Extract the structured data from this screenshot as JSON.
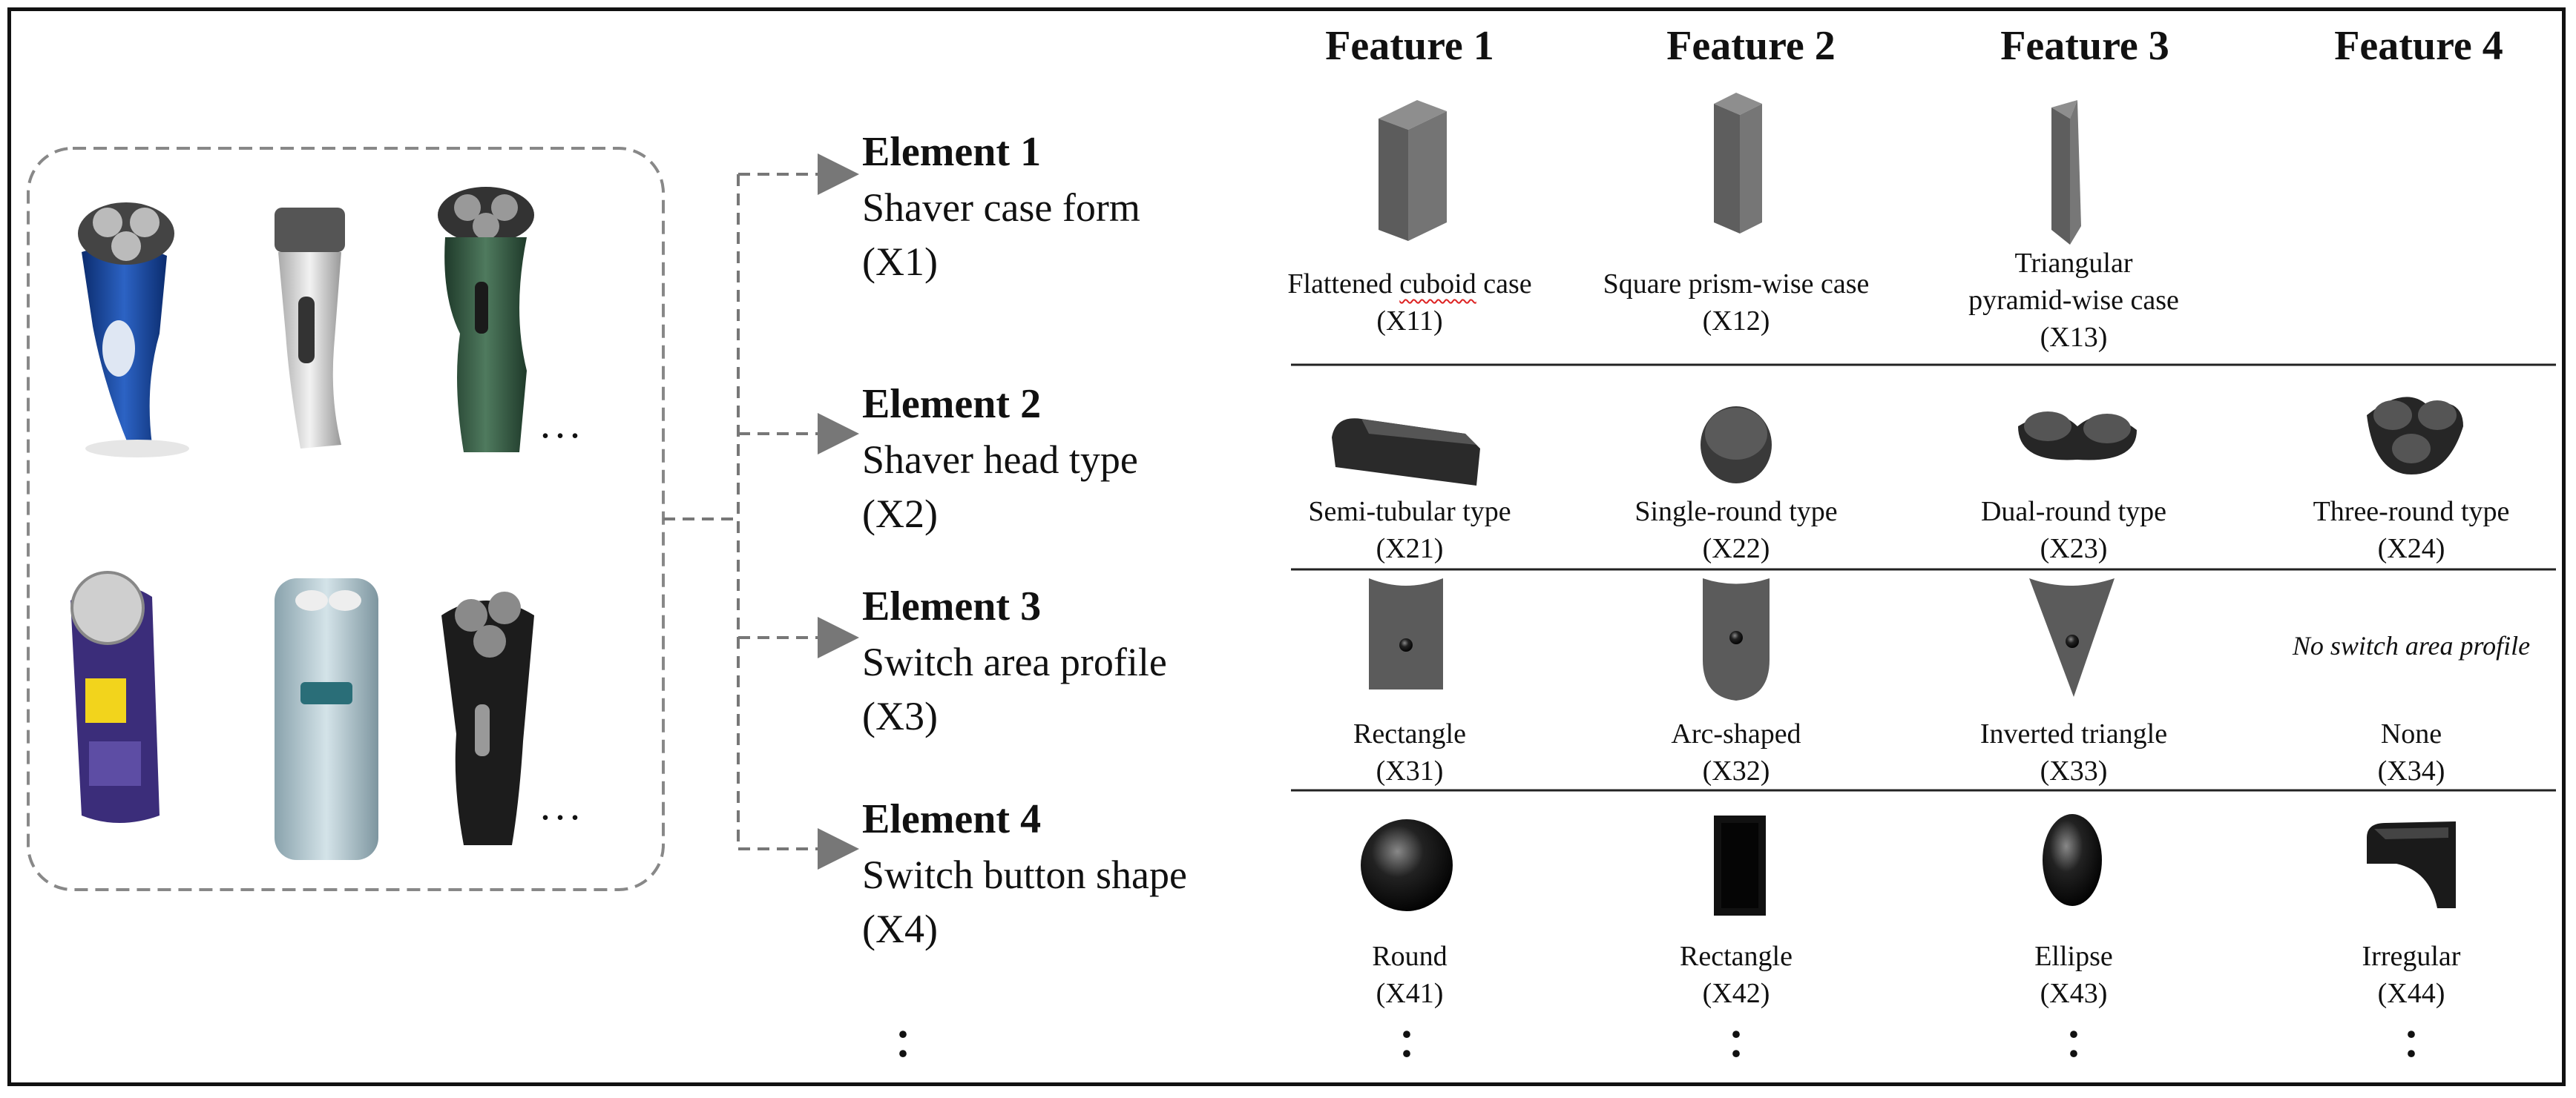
{
  "features": [
    "Feature 1",
    "Feature 2",
    "Feature 3",
    "Feature 4"
  ],
  "elements": [
    {
      "title": "Element 1",
      "line1": "Shaver case form",
      "line2": "(X1)"
    },
    {
      "title": "Element 2",
      "line1": "Shaver head type",
      "line2": "(X2)"
    },
    {
      "title": "Element 3",
      "line1": "Switch area profile",
      "line2": "(X3)"
    },
    {
      "title": "Element 4",
      "line1": "Switch button shape",
      "line2": "(X4)"
    }
  ],
  "cells": {
    "x11": {
      "pre": "Flattened ",
      "underlined": "cuboid",
      "post": " case",
      "code": "(X11)"
    },
    "x12": {
      "label": "Square prism-wise case",
      "code": "(X12)"
    },
    "x13": {
      "line1": "Triangular",
      "line2": "pyramid-wise case",
      "code": "(X13)"
    },
    "x21": {
      "label": "Semi-tubular type",
      "code": "(X21)"
    },
    "x22": {
      "label": "Single-round type",
      "code": "(X22)"
    },
    "x23": {
      "label": "Dual-round type",
      "code": "(X23)"
    },
    "x24": {
      "label": "Three-round type",
      "code": "(X24)"
    },
    "x31": {
      "label": "Rectangle",
      "code": "(X31)"
    },
    "x32": {
      "label": "Arc-shaped",
      "code": "(X32)"
    },
    "x33": {
      "label": "Inverted triangle",
      "code": "(X33)"
    },
    "x34": {
      "label": "None",
      "code": "(X34)",
      "note": "No switch area profile"
    },
    "x41": {
      "label": "Round",
      "code": "(X41)"
    },
    "x42": {
      "label": "Rectangle",
      "code": "(X42)"
    },
    "x43": {
      "label": "Ellipse",
      "code": "(X43)"
    },
    "x44": {
      "label": "Irregular",
      "code": "(X44)"
    }
  },
  "ellipsis": "...",
  "colors": {
    "line": "#222222",
    "dash": "#777777",
    "shape": "#6b6b6b",
    "dark": "#1c1c1c"
  }
}
